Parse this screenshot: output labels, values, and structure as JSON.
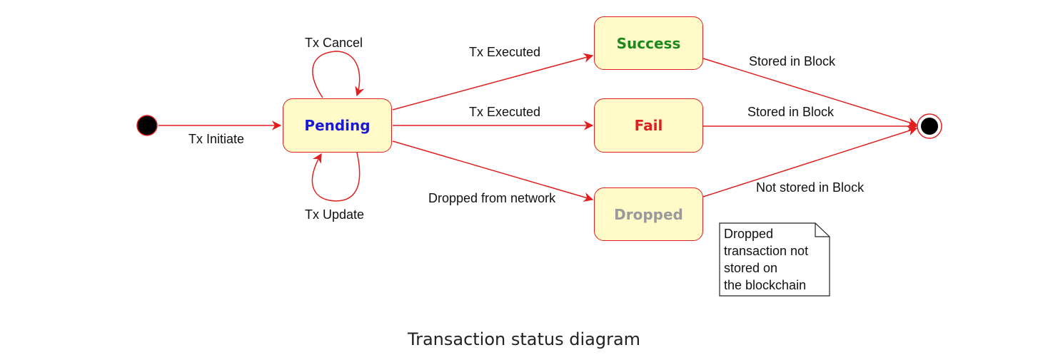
{
  "diagram": {
    "states": {
      "pending": {
        "label": "Pending",
        "color": "#1a1ad6"
      },
      "success": {
        "label": "Success",
        "color": "#1a8a1a"
      },
      "fail": {
        "label": "Fail",
        "color": "#e02020"
      },
      "dropped": {
        "label": "Dropped",
        "color": "#9a9a9a"
      }
    },
    "transitions": {
      "initiate": "Tx Initiate",
      "cancel": "Tx Cancel",
      "update": "Tx Update",
      "executed_success": "Tx Executed",
      "executed_fail": "Tx Executed",
      "dropped_from_network": "Dropped from network",
      "success_to_end": "Stored in Block",
      "fail_to_end": "Stored in Block",
      "dropped_to_end": "Not stored in Block"
    },
    "note": {
      "lines": [
        "Dropped",
        "transaction not",
        "stored on",
        "the blockchain"
      ]
    },
    "colors": {
      "edge": "#e02020",
      "node_fill": "#fffac8",
      "initial": "#000000"
    }
  },
  "caption": "Transaction status diagram"
}
